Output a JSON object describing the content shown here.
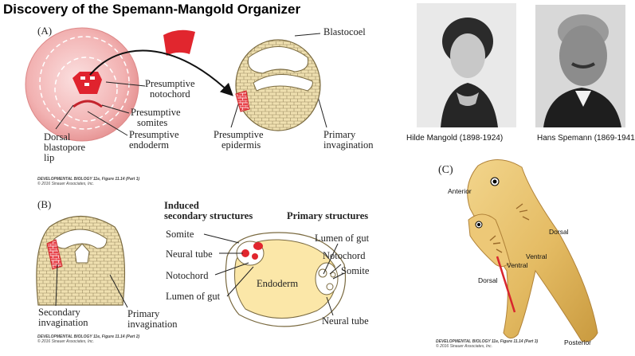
{
  "title": "Discovery of the Spemann-Mangold Organizer",
  "panel_a": {
    "letter": "(A)",
    "blastocoel": "Blastocoel",
    "presumptive_notochord": [
      "Presumptive",
      "notochord"
    ],
    "presumptive_somites": [
      "Presumptive",
      "somites"
    ],
    "presumptive_endoderm": [
      "Presumptive",
      "endoderm"
    ],
    "dorsal_blastopore_lip": [
      "Dorsal",
      "blastopore",
      "lip"
    ],
    "presumptive_epidermis": [
      "Presumptive",
      "epidermis"
    ],
    "primary_invagination": [
      "Primary",
      "invagination"
    ],
    "credit": [
      "DEVELOPMENTAL BIOLOGY 11e, Figure 11.14 (Part 1)",
      "© 2016 Sinauer Associates, Inc."
    ]
  },
  "panel_b": {
    "letter": "(B)",
    "induced_header": [
      "Induced",
      "secondary structures"
    ],
    "primary_header": "Primary structures",
    "somite_left": "Somite",
    "neural_tube_left": "Neural tube",
    "notochord_left": "Notochord",
    "lumen_left": "Lumen of gut",
    "endoderm": "Endoderm",
    "lumen_right": "Lumen of gut",
    "notochord_right": "Notochord",
    "somite_right": "Somite",
    "neural_tube_right": "Neural tube",
    "secondary_invagination": [
      "Secondary",
      "invagination"
    ],
    "primary_invagination": [
      "Primary",
      "invagination"
    ],
    "credit": [
      "DEVELOPMENTAL BIOLOGY 11e, Figure 11.14 (Part 2)",
      "© 2016 Sinauer Associates, Inc."
    ]
  },
  "photos": {
    "mangold_caption": "Hilde Mangold (1898-1924)",
    "spemann_caption": "Hans Spemann (1869-1941"
  },
  "panel_c": {
    "letter": "(C)",
    "anterior": "Anterior",
    "dorsal_top": "Dorsal",
    "ventral_a": "Ventral",
    "ventral_b": "Ventral",
    "dorsal_bottom": "Dorsal",
    "posterior": "Posterior",
    "credit": [
      "DEVELOPMENTAL BIOLOGY 11e, Figure 11.14 (Part 3)",
      "© 2016 Sinauer Associates, Inc."
    ]
  }
}
